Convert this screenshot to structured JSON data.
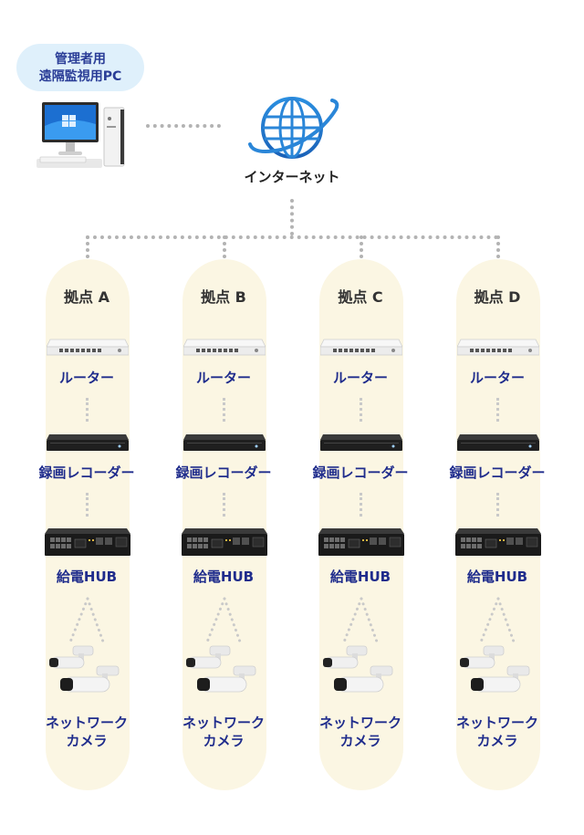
{
  "admin": {
    "line1": "管理者用",
    "line2": "遠隔監視用PC"
  },
  "internet": {
    "label": "インターネット"
  },
  "sites": [
    {
      "title": "拠点 A",
      "router": "ルーター",
      "recorder": "録画レコーダー",
      "hub": "給電HUB",
      "camera_line1": "ネットワーク",
      "camera_line2": "カメラ"
    },
    {
      "title": "拠点 B",
      "router": "ルーター",
      "recorder": "録画レコーダー",
      "hub": "給電HUB",
      "camera_line1": "ネットワーク",
      "camera_line2": "カメラ"
    },
    {
      "title": "拠点 C",
      "router": "ルーター",
      "recorder": "録画レコーダー",
      "hub": "給電HUB",
      "camera_line1": "ネットワーク",
      "camera_line2": "カメラ"
    },
    {
      "title": "拠点 D",
      "router": "ルーター",
      "recorder": "録画レコーダー",
      "hub": "給電HUB",
      "camera_line1": "ネットワーク",
      "camera_line2": "カメラ"
    }
  ],
  "colors": {
    "label_blue": "#1f2c8c",
    "site_bg": "#fbf6e3",
    "bubble_bg": "#dff0fb",
    "dots": "#b3b3b3"
  },
  "icons": [
    "desktop-pc-icon",
    "globe-icon",
    "router-icon",
    "recorder-icon",
    "poe-hub-icon",
    "camera-icon"
  ]
}
